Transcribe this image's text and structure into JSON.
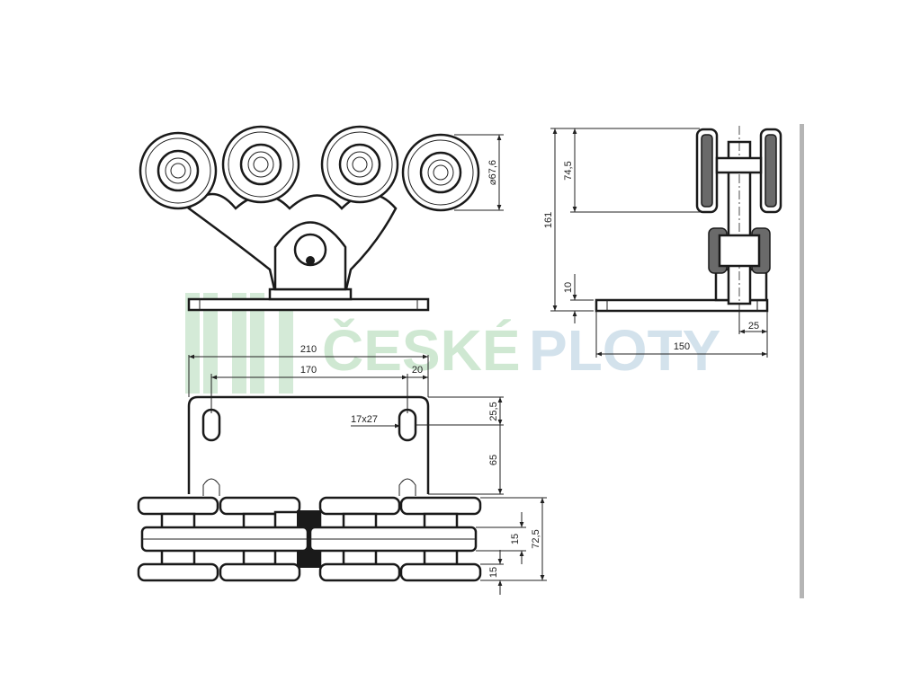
{
  "watermark": {
    "word1": "ČESKÉ",
    "word2": "PLOTY"
  },
  "dimensions": {
    "roller_diameter": "⌀67,6",
    "side_height_top": "74,5",
    "side_total": "161",
    "side_plate": "10",
    "side_offset": "25",
    "side_width": "150",
    "plate_width": "210",
    "hole_spacing": "170",
    "hole_edge": "20",
    "slot_size": "17x27",
    "plate_top": "25,5",
    "plate_height": "65",
    "roller_gap": "15",
    "total_height": "72,5",
    "roller_thickness": "15"
  },
  "colors": {
    "line": "#1a1a1a",
    "shade": "#6a6a6a",
    "watermark_green": "#cfe8d2",
    "watermark_blue": "#d3e2ec",
    "frame_bar": "#b5b5b5"
  }
}
